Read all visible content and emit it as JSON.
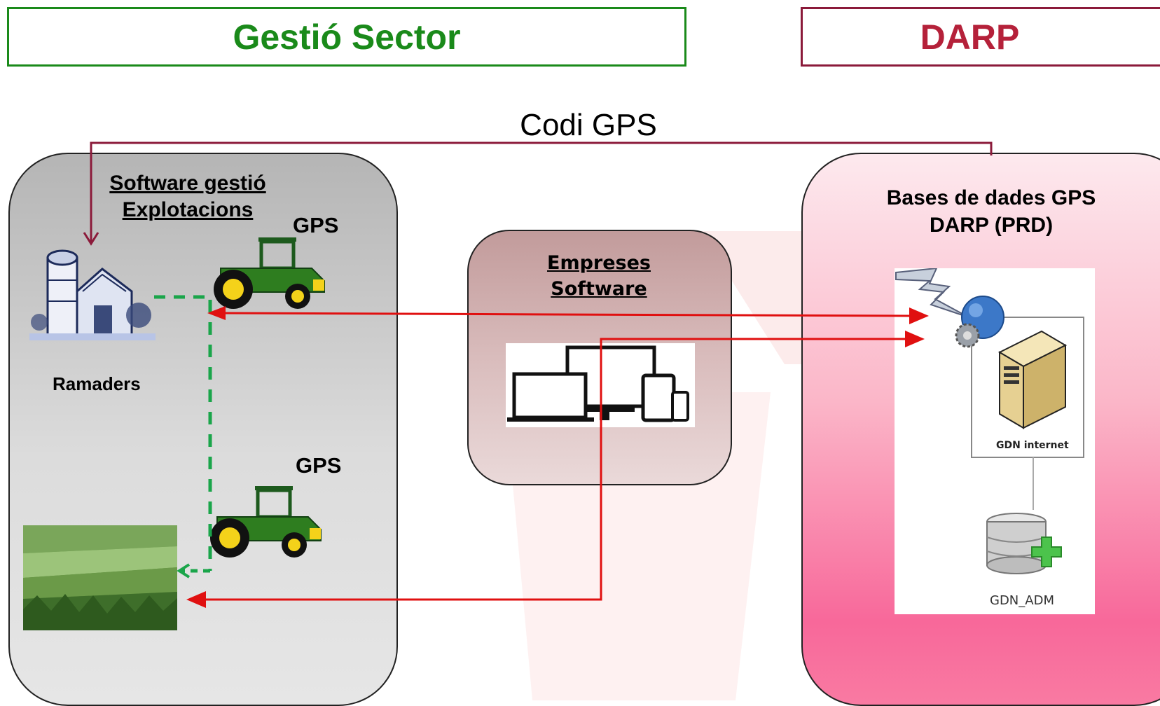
{
  "header": {
    "left_title": "Gestió Sector",
    "right_title": "DARP"
  },
  "flow": {
    "top_label": "Codi GPS"
  },
  "sector_panel": {
    "software_title_line1": "Software gestió",
    "software_title_line2": "Explotacions",
    "gps_top": "GPS",
    "gps_bottom": "GPS",
    "ramaders_label": "Ramaders"
  },
  "middle_panel": {
    "title_line1": "Empreses",
    "title_line2": "Software"
  },
  "darp_panel": {
    "title_line1": "Bases de dades GPS",
    "title_line2": "DARP (PRD)",
    "server_label": "GDN internet",
    "database_label": "GDN_ADM"
  },
  "colors": {
    "sector_green": "#1a8a1a",
    "darp_maroon": "#8b1a3a",
    "arrow_red": "#e01010",
    "dash_green": "#1aa54a"
  }
}
